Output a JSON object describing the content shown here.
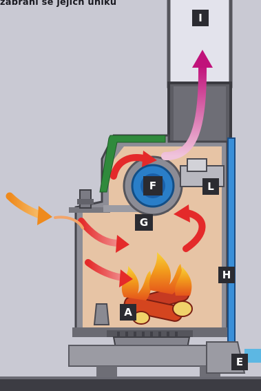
{
  "caption": "zabrání se jejich úniku",
  "labels": {
    "A": "A",
    "E": "E",
    "F": "F",
    "G": "G",
    "H": "H",
    "I": "I",
    "L": "L"
  },
  "colors": {
    "background": "#c9c9d3",
    "chamber": "#e7c4a5",
    "steel": "#8d8d96",
    "steel_dark": "#44444b",
    "chimney_glass": "#e3e3ec",
    "blue_pipe": "#3a8fd8",
    "green_panel": "#2f8a3c",
    "fan_ring": "#2a7ec8",
    "red_arrow": "#e42a2a",
    "orange_arrow": "#ef8a1c",
    "magenta_arrow": "#c0127a",
    "flame": "#f3b21e",
    "label_box": "#2b2b31"
  },
  "icons": [
    "flame-icon",
    "wood-log-icon",
    "fan-icon",
    "flow-arrow-icon"
  ]
}
